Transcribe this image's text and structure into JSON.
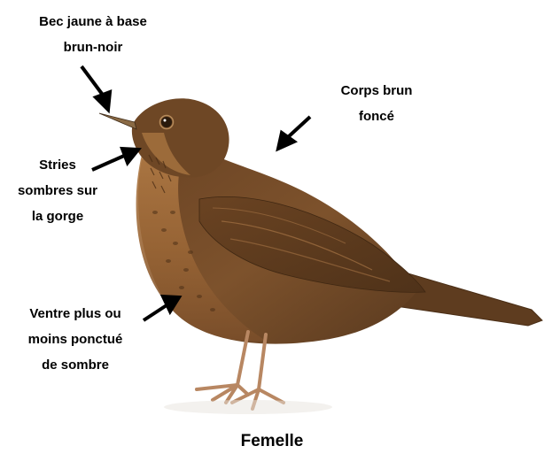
{
  "labels": {
    "beak": [
      "Bec jaune à base",
      "brun-noir"
    ],
    "body": [
      "Corps brun",
      "foncé"
    ],
    "throat": [
      "Stries",
      "sombres sur",
      "la gorge"
    ],
    "belly": [
      "Ventre plus ou",
      "moins ponctué",
      "de sombre"
    ]
  },
  "caption": "Femelle",
  "colors": {
    "plumage_dark": "#5e3b1f",
    "plumage_mid": "#7a4e2a",
    "plumage_light": "#a8743f",
    "beak": "#8a6a45",
    "legs": "#b88762",
    "arrow": "#000000"
  }
}
